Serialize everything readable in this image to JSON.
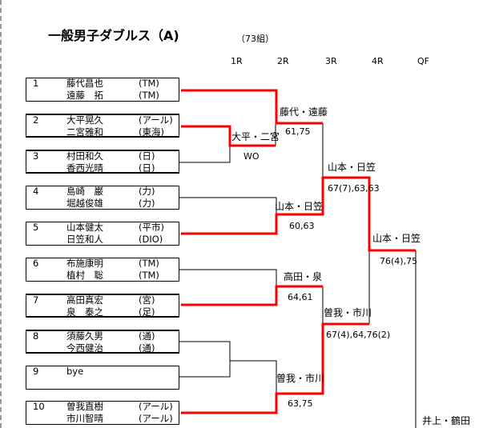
{
  "header": {
    "title": "一般男子ダブルス（A)",
    "count": "（73組）"
  },
  "rounds": [
    "1R",
    "2R",
    "3R",
    "4R",
    "QF"
  ],
  "colors": {
    "winner_line": "#ff0000",
    "line": "#000000"
  },
  "entries": [
    {
      "num": "1",
      "p1": "藤代昌也",
      "a1": "(TM)",
      "p2": "遠藤　拓",
      "a2": "(TM)"
    },
    {
      "num": "2",
      "p1": "大平晃久",
      "a1": "(アール)",
      "p2": "二宮雅和",
      "a2": "(東海)"
    },
    {
      "num": "3",
      "p1": "村田和久",
      "a1": "(日)",
      "p2": "香西光晴",
      "a2": "(日)"
    },
    {
      "num": "4",
      "p1": "島崎　巌",
      "a1": "(力)",
      "p2": "堀越俊雄",
      "a2": "(力)"
    },
    {
      "num": "5",
      "p1": "山本健太",
      "a1": "(平市)",
      "p2": "日笠和人",
      "a2": "(DIO)"
    },
    {
      "num": "6",
      "p1": "布施康明",
      "a1": "(TM)",
      "p2": "植村　聡",
      "a2": "(TM)"
    },
    {
      "num": "7",
      "p1": "高田真宏",
      "a1": "(宮)",
      "p2": "泉　泰之",
      "a2": "(足)"
    },
    {
      "num": "8",
      "p1": "須藤久男",
      "a1": "(通)",
      "p2": "今西健治",
      "a2": "(通)"
    },
    {
      "num": "9",
      "p1": "bye",
      "a1": "",
      "p2": "",
      "a2": ""
    },
    {
      "num": "10",
      "p1": "曽我直樹",
      "a1": "(アール)",
      "p2": "市川智晴",
      "a2": "(アール)"
    }
  ],
  "results": [
    {
      "winner": "大平・二宮",
      "score": "WO"
    },
    {
      "winner": "藤代・遠藤",
      "score": "61,75"
    },
    {
      "winner": "山本・日笠",
      "score": "60,63"
    },
    {
      "winner": "高田・泉",
      "score": "64,61"
    },
    {
      "winner": "曽我・市川",
      "score": "63,75"
    },
    {
      "winner": "山本・日笠",
      "score": "67(7),63,63"
    },
    {
      "winner": "曽我・市川",
      "score": "67(4),64,76(2)"
    },
    {
      "winner": "山本・日笠",
      "score": "76(4),75"
    },
    {
      "winner": "井上・鶴田"
    }
  ]
}
